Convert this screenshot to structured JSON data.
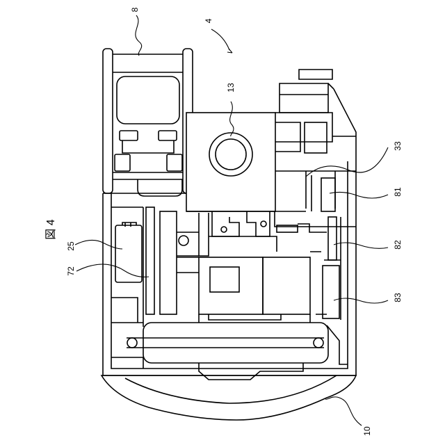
{
  "figure": {
    "caption": "図 4",
    "ref_labels": {
      "r8": "8",
      "r4": "4",
      "r13": "13",
      "r33": "33",
      "r81": "81",
      "r82": "82",
      "r83": "83",
      "r25": "25",
      "r72": "72",
      "r10": "10"
    }
  }
}
